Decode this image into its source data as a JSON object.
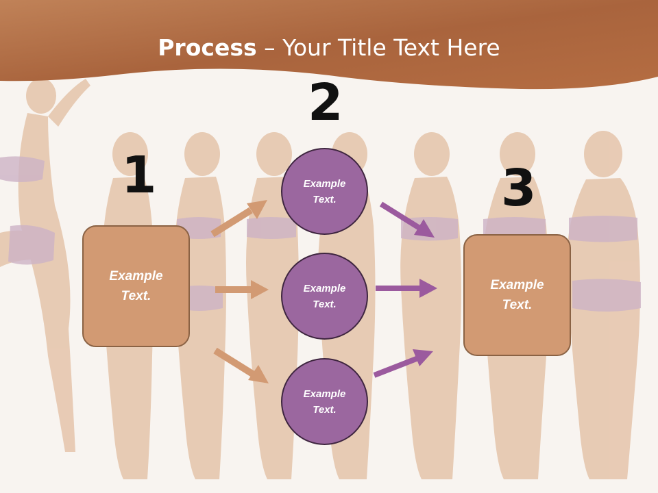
{
  "header": {
    "title_bold": "Process",
    "title_rest": " – Your Title Text Here"
  },
  "steps": {
    "step1": {
      "number": "1",
      "text": "Example Text."
    },
    "step2": {
      "number": "2",
      "items": [
        {
          "text": "Example Text."
        },
        {
          "text": "Example Text."
        },
        {
          "text": "Example Text."
        }
      ]
    },
    "step3": {
      "number": "3",
      "text": "Example Text."
    }
  },
  "colors": {
    "header_band": "#b06a40",
    "box_fill": "#d29a73",
    "circle_fill": "#9b679f",
    "arrow_to_circles": "#d29a73",
    "arrow_to_box": "#9b5a9e",
    "number_text": "#111111"
  }
}
